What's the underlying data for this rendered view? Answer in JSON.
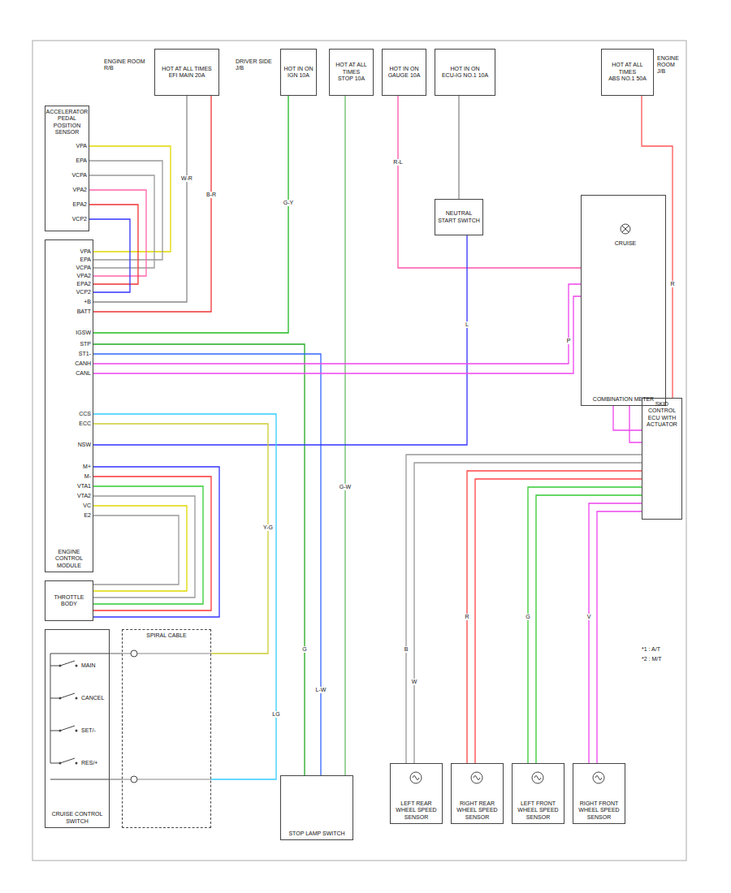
{
  "diagram": {
    "nodes": [
      {
        "text": [
          "HOT AT ALL TIMES",
          "EFI MAIN 20A"
        ]
      },
      {
        "text": [
          "HOT IN ON",
          "IGN 10A"
        ]
      },
      {
        "text": [
          "HOT AT ALL TIMES",
          "STOP 10A"
        ]
      },
      {
        "text": [
          "HOT IN ON",
          "GAUGE 10A"
        ]
      },
      {
        "text": [
          "HOT IN ON",
          "ECU-IG NO.1 10A"
        ]
      },
      {
        "text": [
          "HOT AT ALL TIMES",
          "ABS NO.1 50A"
        ]
      },
      {
        "text": [
          "ACCELERATOR PEDAL POSITION SENSOR"
        ]
      },
      {
        "text": [
          "NEUTRAL START SWITCH"
        ]
      },
      {
        "text": [
          "COMBINATION METER"
        ]
      },
      {
        "text": [
          "ENGINE CONTROL MODULE"
        ]
      },
      {
        "text": [
          "SKID CONTROL ECU WITH ACTUATOR"
        ]
      },
      {
        "text": [
          "THROTTLE BODY"
        ]
      },
      {
        "text": [
          "CRUISE CONTROL SWITCH"
        ]
      },
      {
        "text": [
          "SPIRAL CABLE"
        ]
      },
      {
        "text": [
          "STOP LAMP SWITCH"
        ]
      },
      {
        "text": [
          "LEFT REAR WHEEL SPEED SENSOR"
        ]
      },
      {
        "text": [
          "RIGHT REAR WHEEL SPEED SENSOR"
        ]
      },
      {
        "text": [
          "LEFT FRONT WHEEL SPEED SENSOR"
        ]
      },
      {
        "text": [
          "RIGHT FRONT WHEEL SPEED SENSOR"
        ]
      }
    ],
    "edges": [
      {
        "from": 0,
        "to": 9,
        "arrow": "none"
      },
      {
        "from": 0,
        "to": 9,
        "arrow": "none"
      },
      {
        "from": 1,
        "to": 9,
        "arrow": "none"
      },
      {
        "from": 6,
        "to": 9,
        "arrow": "none"
      },
      {
        "from": 6,
        "to": 9,
        "arrow": "none"
      },
      {
        "from": 6,
        "to": 9,
        "arrow": "none"
      },
      {
        "from": 6,
        "to": 9,
        "arrow": "none"
      },
      {
        "from": 6,
        "to": 9,
        "arrow": "none"
      },
      {
        "from": 6,
        "to": 9,
        "arrow": "none"
      },
      {
        "from": 2,
        "to": 14,
        "arrow": "none"
      },
      {
        "from": 14,
        "to": 9,
        "arrow": "none"
      },
      {
        "from": 14,
        "to": 9,
        "arrow": "none"
      },
      {
        "from": 3,
        "to": 8,
        "arrow": "none"
      },
      {
        "from": 4,
        "to": 7,
        "arrow": "none"
      },
      {
        "from": 7,
        "to": 9,
        "arrow": "none"
      },
      {
        "from": 5,
        "to": 10,
        "arrow": "none"
      },
      {
        "from": 9,
        "to": 8,
        "arrow": "none"
      },
      {
        "from": 9,
        "to": 8,
        "arrow": "none"
      },
      {
        "from": 8,
        "to": 10,
        "arrow": "none"
      },
      {
        "from": 8,
        "to": 10,
        "arrow": "none"
      },
      {
        "from": 11,
        "to": 9,
        "arrow": "none"
      },
      {
        "from": 11,
        "to": 9,
        "arrow": "none"
      },
      {
        "from": 11,
        "to": 9,
        "arrow": "none"
      },
      {
        "from": 11,
        "to": 9,
        "arrow": "none"
      },
      {
        "from": 11,
        "to": 9,
        "arrow": "none"
      },
      {
        "from": 11,
        "to": 9,
        "arrow": "none"
      },
      {
        "from": 12,
        "to": 13,
        "arrow": "none"
      },
      {
        "from": 12,
        "to": 13,
        "arrow": "none"
      },
      {
        "from": 13,
        "to": 9,
        "arrow": "none"
      },
      {
        "from": 13,
        "to": 9,
        "arrow": "none"
      },
      {
        "from": 15,
        "to": 10,
        "arrow": "none"
      },
      {
        "from": 15,
        "to": 10,
        "arrow": "none"
      },
      {
        "from": 16,
        "to": 10,
        "arrow": "none"
      },
      {
        "from": 16,
        "to": 10,
        "arrow": "none"
      },
      {
        "from": 17,
        "to": 10,
        "arrow": "none"
      },
      {
        "from": 17,
        "to": 10,
        "arrow": "none"
      },
      {
        "from": 18,
        "to": 10,
        "arrow": "none"
      },
      {
        "from": 18,
        "to": 10,
        "arrow": "none"
      }
    ],
    "labels": [
      "ENGINE ROOM R/B",
      "DRIVER SIDE J/B",
      "ENGINE ROOM J/B",
      "VPA",
      "EPA",
      "VCPA",
      "VPA2",
      "EPA2",
      "VCP2",
      "VPA",
      "EPA",
      "VCPA",
      "VPA2",
      "EPA2",
      "VCP2",
      "+B",
      "BATT",
      "IGSW",
      "STP",
      "ST1-",
      "CANH",
      "CANL",
      "CCS",
      "ECC",
      "NSW",
      "M+",
      "M-",
      "VTA1",
      "VTA2",
      "VC",
      "E2",
      "MAIN",
      "CANCEL",
      "SET/-",
      "RES/+",
      "CRUISE",
      "*1 : A/T",
      "*2 : M/T",
      "W-R",
      "B-R",
      "G-Y",
      "G-W",
      "R-L",
      "L",
      "R",
      "LG",
      "Y-G",
      "G",
      "L-W",
      "P",
      "B",
      "W",
      "R",
      "G",
      "V"
    ]
  }
}
